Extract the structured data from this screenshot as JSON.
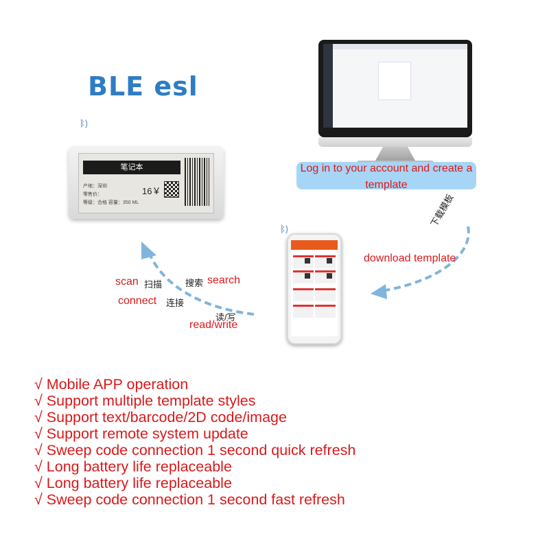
{
  "title": {
    "main": "BLE",
    "sub": "esl"
  },
  "esl_tag": {
    "header": "笔记本",
    "origin": "产地：深圳",
    "retail_price": "零售价：",
    "price": "16￥",
    "grade_spec": "等级：合格  容量：350 ML"
  },
  "computer_callout": "Log in to your account and create a template",
  "download": {
    "zh": "下载模板",
    "en": "download template"
  },
  "scan": {
    "en": "scan",
    "zh": "扫描"
  },
  "search": {
    "zh": "搜索",
    "en": "search"
  },
  "connect": {
    "en": "connect",
    "zh": "连接"
  },
  "readwrite": {
    "zh": "读/写",
    "en": "read/write"
  },
  "features": [
    "√ Mobile APP operation",
    "√ Support multiple template styles",
    "√ Support text/barcode/2D code/image",
    "√ Support remote system update",
    "√ Sweep code connection 1 second quick refresh",
    "√ Long battery life replaceable",
    "√ Long battery life replaceable",
    "√ Sweep code connection 1 second fast refresh"
  ],
  "colors": {
    "accent_red": "#d9191b",
    "brand_blue": "#2e7cc4",
    "callout_bg": "#a7d5f5",
    "arrow": "#7fb5dc",
    "app_orange": "#e85a1e"
  },
  "icons": [
    "bluetooth-icon",
    "curved-arrow-icon",
    "qr-code-icon",
    "barcode-icon"
  ]
}
